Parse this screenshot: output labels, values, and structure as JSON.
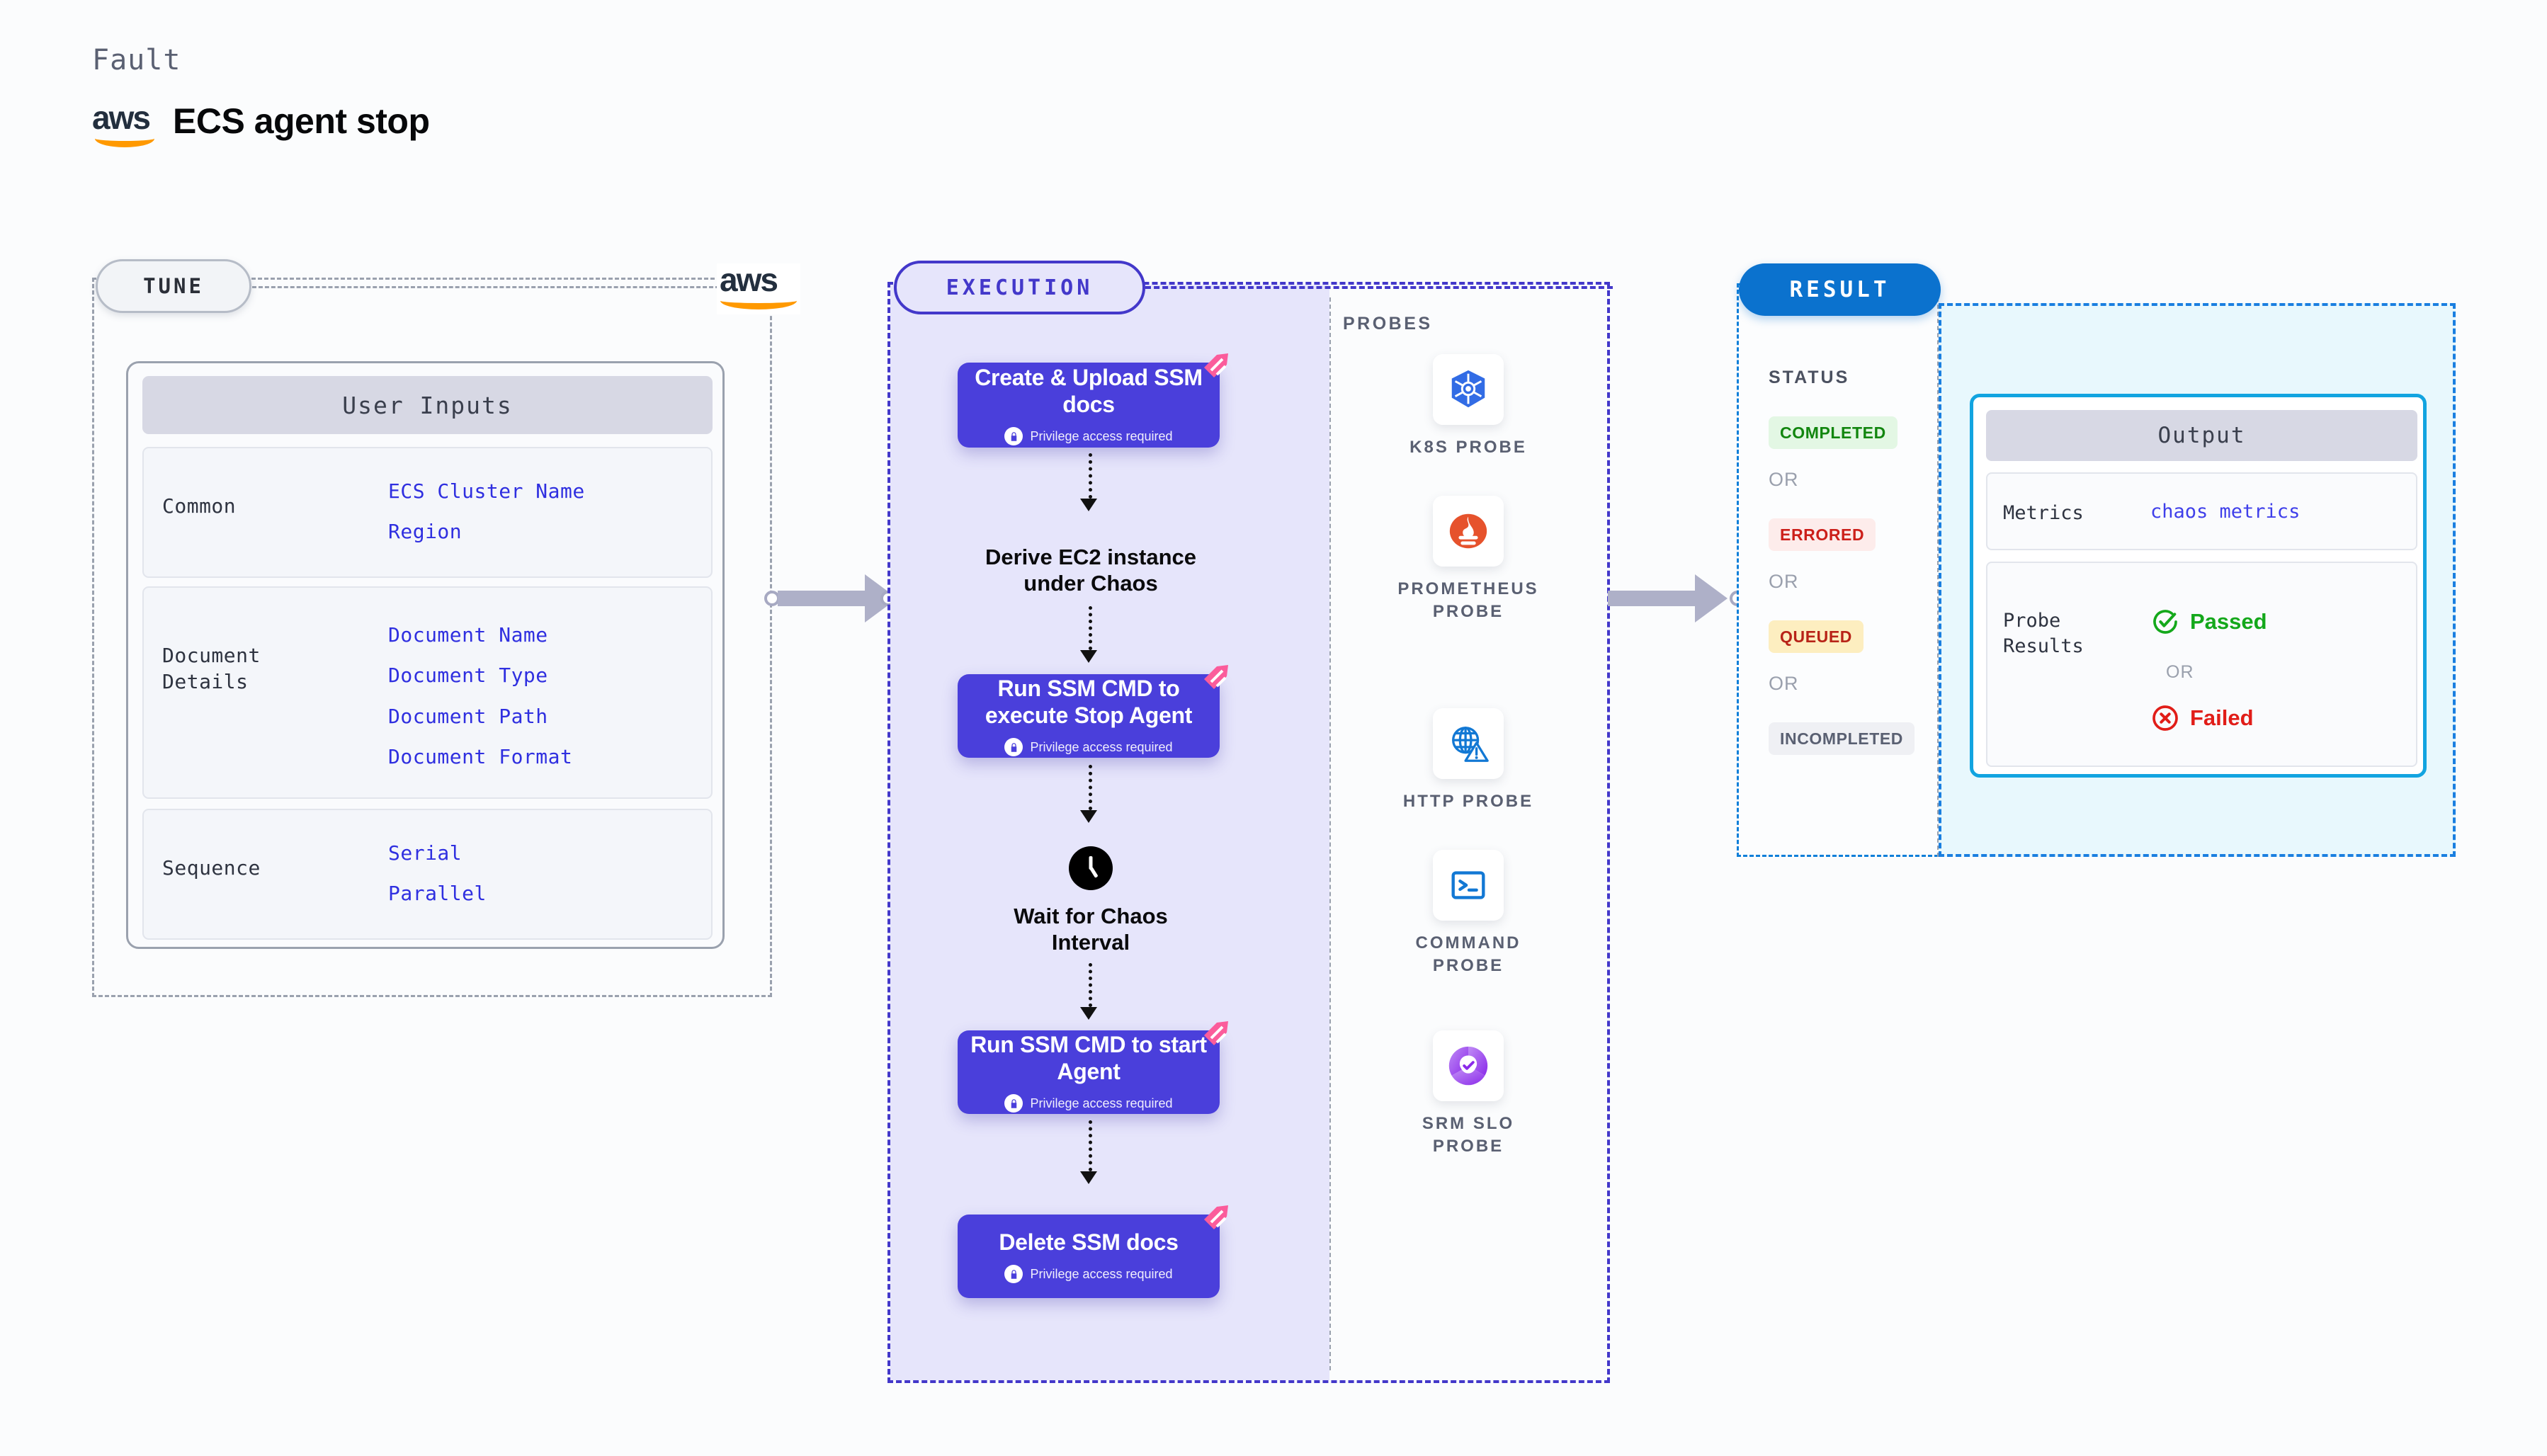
{
  "header": {
    "kicker": "Fault",
    "title": "ECS agent stop",
    "logo": "aws-logo"
  },
  "tune": {
    "pill": "TUNE",
    "logo": "aws-logo",
    "card_title": "User Inputs",
    "groups": [
      {
        "label": "Common",
        "values": [
          "ECS Cluster Name",
          "Region"
        ]
      },
      {
        "label": "Document\nDetails",
        "values": [
          "Document Name",
          "Document Type",
          "Document Path",
          "Document Format"
        ]
      },
      {
        "label": "Sequence",
        "values": [
          "Serial",
          "Parallel"
        ]
      }
    ]
  },
  "execution": {
    "pill": "EXECUTION",
    "privilege_note": "Privilege access required",
    "nodes": [
      {
        "type": "task",
        "title": "Create & Upload SSM docs",
        "privileged": true,
        "icon": "chaos-corner-icon"
      },
      {
        "type": "plain",
        "title": "Derive EC2 instance under Chaos",
        "privileged": false,
        "icon": ""
      },
      {
        "type": "task",
        "title": "Run SSM CMD to execute Stop Agent",
        "privileged": true,
        "icon": "chaos-corner-icon"
      },
      {
        "type": "plain",
        "title": "Wait for Chaos Interval",
        "privileged": false,
        "icon": "clock-icon"
      },
      {
        "type": "task",
        "title": "Run SSM CMD to start Agent",
        "privileged": true,
        "icon": "chaos-corner-icon"
      },
      {
        "type": "task",
        "title": "Delete SSM docs",
        "privileged": true,
        "icon": "chaos-corner-icon"
      }
    ]
  },
  "probes": {
    "label": "PROBES",
    "items": [
      {
        "name": "K8S PROBE",
        "icon": "kubernetes-icon"
      },
      {
        "name": "PROMETHEUS PROBE",
        "icon": "prometheus-icon"
      },
      {
        "name": "HTTP PROBE",
        "icon": "http-globe-warning-icon"
      },
      {
        "name": "COMMAND PROBE",
        "icon": "terminal-icon"
      },
      {
        "name": "SRM SLO PROBE",
        "icon": "srm-slo-icon"
      }
    ]
  },
  "result": {
    "pill": "RESULT",
    "status_label": "STATUS",
    "or_text": "OR",
    "statuses": [
      {
        "text": "COMPLETED",
        "bg": "#e3f7e4",
        "fg": "#12860f"
      },
      {
        "text": "ERRORED",
        "bg": "#fdeceb",
        "fg": "#cc1f1a"
      },
      {
        "text": "QUEUED",
        "bg": "#fdeec0",
        "fg": "#b82318"
      },
      {
        "text": "INCOMPLETED",
        "bg": "#eff0f4",
        "fg": "#5a6072"
      }
    ],
    "output": {
      "title": "Output",
      "rows": [
        {
          "label": "Metrics",
          "value": "chaos metrics"
        },
        {
          "label": "Probe\nResults",
          "value": ""
        }
      ],
      "probe_results": [
        {
          "text": "Passed",
          "icon": "check-circle-icon",
          "color": "#14a81b"
        },
        {
          "text": "Failed",
          "icon": "x-circle-icon",
          "color": "#e11d18"
        }
      ],
      "or_text": "OR"
    }
  },
  "colors": {
    "accent_purple": "#4a3fdb",
    "accent_blue": "#0b72ce",
    "chaos_pink": "#fb5c9b",
    "value_blue": "#2f2fe0",
    "aws_orange": "#ff9900"
  }
}
